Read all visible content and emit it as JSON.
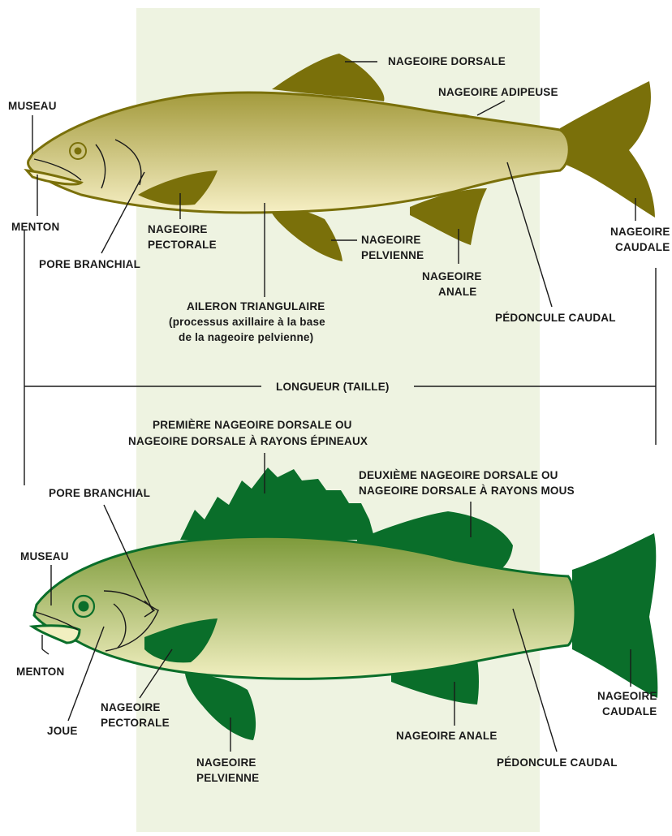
{
  "colors": {
    "background_band": "#eef3e1",
    "trout_fin": "#7a700a",
    "trout_body_top": "#a39a3c",
    "trout_body_bottom": "#f6efc4",
    "walleye_fin": "#0a6e2a",
    "walleye_body_top": "#7d9a3a",
    "walleye_body_bottom": "#f1efc0",
    "leader_lines": "#1a1a1a"
  },
  "top_fish": {
    "labels": {
      "museau": "MUSEAU",
      "menton": "MENTON",
      "pore_branchial": "PORE BRANCHIAL",
      "nageoire_pectorale_1": "NAGEOIRE",
      "nageoire_pectorale_2": "PECTORALE",
      "nageoire_dorsale": "NAGEOIRE DORSALE",
      "nageoire_adipeuse": "NAGEOIRE ADIPEUSE",
      "nageoire_pelvienne_1": "NAGEOIRE",
      "nageoire_pelvienne_2": "PELVIENNE",
      "nageoire_anale_1": "NAGEOIRE",
      "nageoire_anale_2": "ANALE",
      "nageoire_caudale_1": "NAGEOIRE",
      "nageoire_caudale_2": "CAUDALE",
      "aileron_1": "AILERON TRIANGULAIRE",
      "aileron_2": "(processus axillaire à la base",
      "aileron_3": "de la nageoire pelvienne)",
      "pedoncule_caudal": "PÉDONCULE CAUDAL"
    }
  },
  "length_label": "LONGUEUR (TAILLE)",
  "bottom_fish": {
    "labels": {
      "premiere_dorsale_1": "PREMIÈRE NAGEOIRE DORSALE OU",
      "premiere_dorsale_2": "NAGEOIRE DORSALE À RAYONS ÉPINEAUX",
      "deuxieme_dorsale_1": "DEUXIÈME NAGEOIRE DORSALE OU",
      "deuxieme_dorsale_2": "NAGEOIRE DORSALE À RAYONS MOUS",
      "pore_branchial": "PORE BRANCHIAL",
      "museau": "MUSEAU",
      "menton": "MENTON",
      "joue": "JOUE",
      "nageoire_pectorale_1": "NAGEOIRE",
      "nageoire_pectorale_2": "PECTORALE",
      "nageoire_pelvienne_1": "NAGEOIRE",
      "nageoire_pelvienne_2": "PELVIENNE",
      "nageoire_anale": "NAGEOIRE ANALE",
      "nageoire_caudale_1": "NAGEOIRE",
      "nageoire_caudale_2": "CAUDALE",
      "pedoncule_caudal": "PÉDONCULE CAUDAL"
    }
  }
}
